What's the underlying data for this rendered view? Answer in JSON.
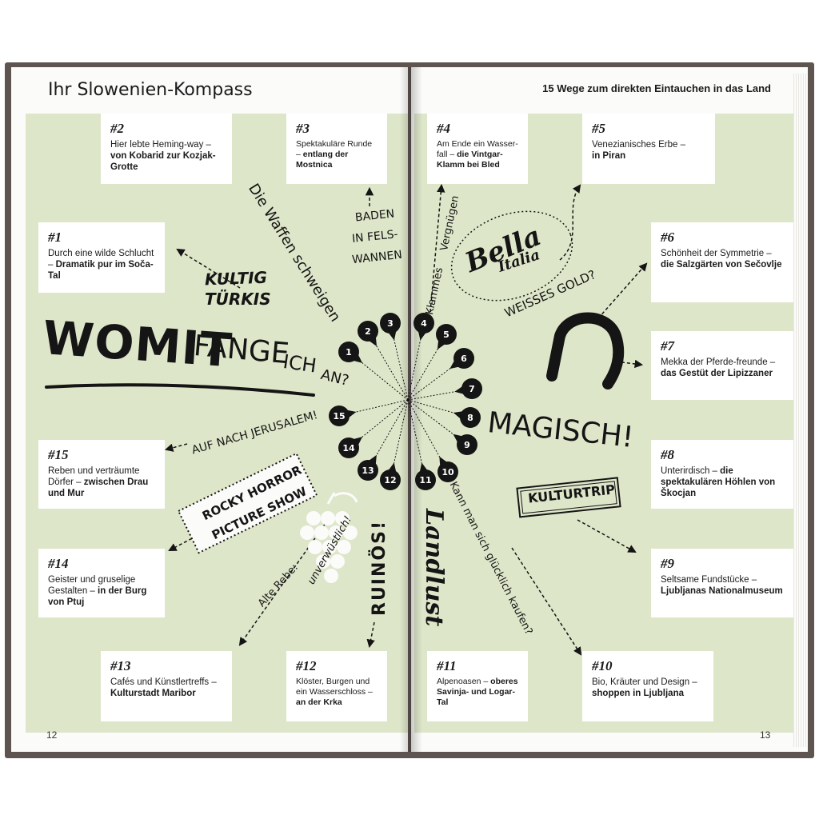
{
  "left_page": {
    "title": "Ihr Slowenien-Kompass",
    "page_number": "12"
  },
  "right_page": {
    "title": "15 Wege zum direkten Eintauchen in das Land",
    "page_number": "13"
  },
  "cards": [
    {
      "num": "#1",
      "text": "Durch eine wilde Schlucht –",
      "bold": "Dramatik pur im Soča-Tal"
    },
    {
      "num": "#2",
      "text": "Hier lebte Heming-way –",
      "bold": "von Kobarid zur Kozjak-Grotte"
    },
    {
      "num": "#3",
      "text": "Spektakuläre Runde –",
      "bold": "entlang der Mostnica"
    },
    {
      "num": "#4",
      "text": "Am Ende ein Wasser-fall –",
      "bold": "die Vintgar-Klamm bei Bled"
    },
    {
      "num": "#5",
      "text": "Venezianisches Erbe –",
      "bold": "in Piran"
    },
    {
      "num": "#6",
      "text": "Schönheit der Symmetrie –",
      "bold": "die Salzgärten von Sečovlje"
    },
    {
      "num": "#7",
      "text": "Mekka der Pferde-freunde –",
      "bold": "das Gestüt der Lipizzaner"
    },
    {
      "num": "#8",
      "text": "Unterirdisch –",
      "bold": "die spektakulären Höhlen von Škocjan"
    },
    {
      "num": "#9",
      "text": "Seltsame Fundstücke –",
      "bold": "Ljubljanas Nationalmuseum"
    },
    {
      "num": "#10",
      "text": "Bio, Kräuter und Design –",
      "bold": "shoppen in Ljubljana"
    },
    {
      "num": "#11",
      "text": "Alpenoasen –",
      "bold": "oberes Savinja- und Logar-Tal"
    },
    {
      "num": "#12",
      "text": "Klöster, Burgen und ein Wasserschloss –",
      "bold": "an der Krka"
    },
    {
      "num": "#13",
      "text": "Cafés und Künstlertreffs –",
      "bold": "Kulturstadt Maribor"
    },
    {
      "num": "#14",
      "text": "Geister und gruselige Gestalten –",
      "bold": "in der Burg von Ptuj"
    },
    {
      "num": "#15",
      "text": "Reben und verträumte Dörfer –",
      "bold": "zwischen Drau und Mur"
    }
  ],
  "center_question": {
    "word1": "WOMIT",
    "word2": "FANGE",
    "word3": "ICH",
    "word4": "AN?"
  },
  "phrases": {
    "kultig_1": "KULTIG",
    "kultig_2": "TÜRKIS",
    "waffen": "Die Waffen schweigen",
    "baden_1": "BADEN",
    "baden_2": "IN FELS-",
    "baden_3": "WANNEN",
    "klammes_1": "Klammes",
    "klammes_2": "Vergnügen",
    "bella": "Bella",
    "italia": "Italia",
    "weisses": "WEISSES GOLD?",
    "magisch": "MAGISCH!",
    "kulturtrip": "KULTURTRIP",
    "glucklich": "Kann man sich glücklich kaufen?",
    "landlust": "Landlust",
    "ruinos": "RUINÖS!",
    "rebe_1": "Alte Rebe:",
    "rebe_2": "unverwüstlich!",
    "rocky_1": "ROCKY HORROR",
    "rocky_2": "PICTURE SHOW",
    "jerusalem": "AUF NACH JERUSALEM!"
  },
  "pins": [
    "1",
    "2",
    "3",
    "4",
    "5",
    "6",
    "7",
    "8",
    "9",
    "10",
    "11",
    "12",
    "13",
    "14",
    "15"
  ],
  "colors": {
    "green": "#dde6c9",
    "ink": "#151515",
    "page": "#fbfbf9"
  }
}
